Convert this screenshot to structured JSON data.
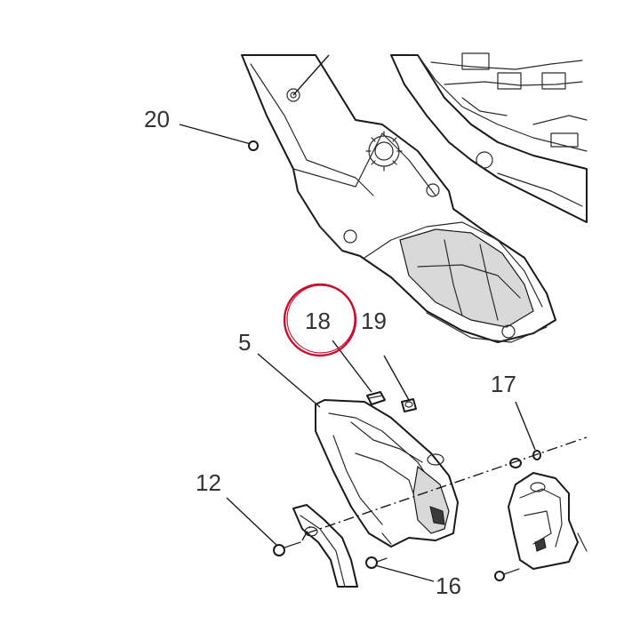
{
  "callouts": [
    {
      "id": "20",
      "text": "20"
    },
    {
      "id": "18",
      "text": "18"
    },
    {
      "id": "19",
      "text": "19"
    },
    {
      "id": "5",
      "text": "5"
    },
    {
      "id": "17",
      "text": "17"
    },
    {
      "id": "12",
      "text": "12"
    },
    {
      "id": "16",
      "text": "16"
    }
  ],
  "highlight": {
    "target_callout": "18",
    "color": "#c8102e"
  }
}
